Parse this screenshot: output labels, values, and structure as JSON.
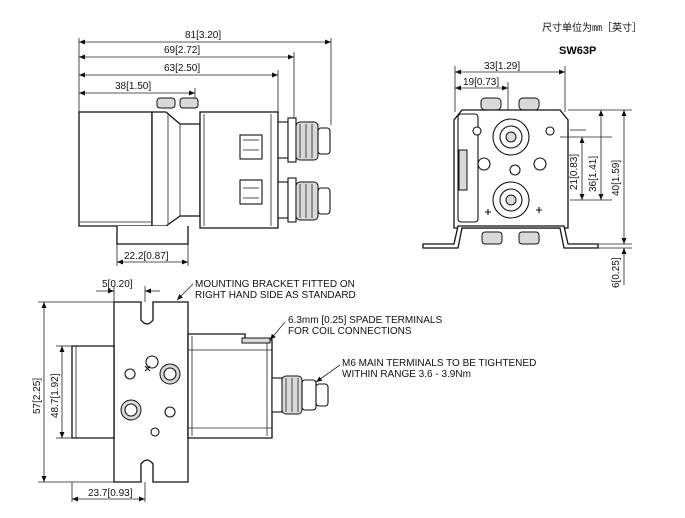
{
  "header": {
    "unit_note": "尺寸单位为㎜［英寸］",
    "model": "SW63P"
  },
  "side_view": {
    "dims": {
      "overall": "81[3.20]",
      "to_terminal_nut": "69[2.72]",
      "to_terminal_face": "63[2.50]",
      "to_body_step": "38[1.50]",
      "bracket_width": "22.2[0.87]"
    }
  },
  "end_view": {
    "dims": {
      "top_width": "33[1.29]",
      "top_partial": "19[0.73]",
      "terminal_spacing": "21[0.83]",
      "terminal_span": "36[1.41]",
      "overall_height": "40[1.59]",
      "bracket_height": "6[0.25]"
    }
  },
  "top_view": {
    "dims": {
      "slot_offset": "5[0.20]",
      "bracket_length": "57[2.25]",
      "body_length": "48.7[1.92]",
      "bracket_width": "23.7[0.93]"
    },
    "notes": {
      "bracket_line1": "MOUNTING BRACKET FITTED ON",
      "bracket_line2": "RIGHT HAND SIDE AS STANDARD",
      "spade_line1": "6.3mm [0.25] SPADE TERMINALS",
      "spade_line2": "FOR  COIL CONNECTIONS",
      "m6_line1": "M6 MAIN TERMINALS TO BE TIGHTENED",
      "m6_line2": "WITHIN RANGE 3.6 - 3.9Nm"
    }
  },
  "icons": [
    "arrowhead-icon",
    "phillips-screw-icon",
    "hex-nut-icon",
    "terminal-stud-icon"
  ]
}
